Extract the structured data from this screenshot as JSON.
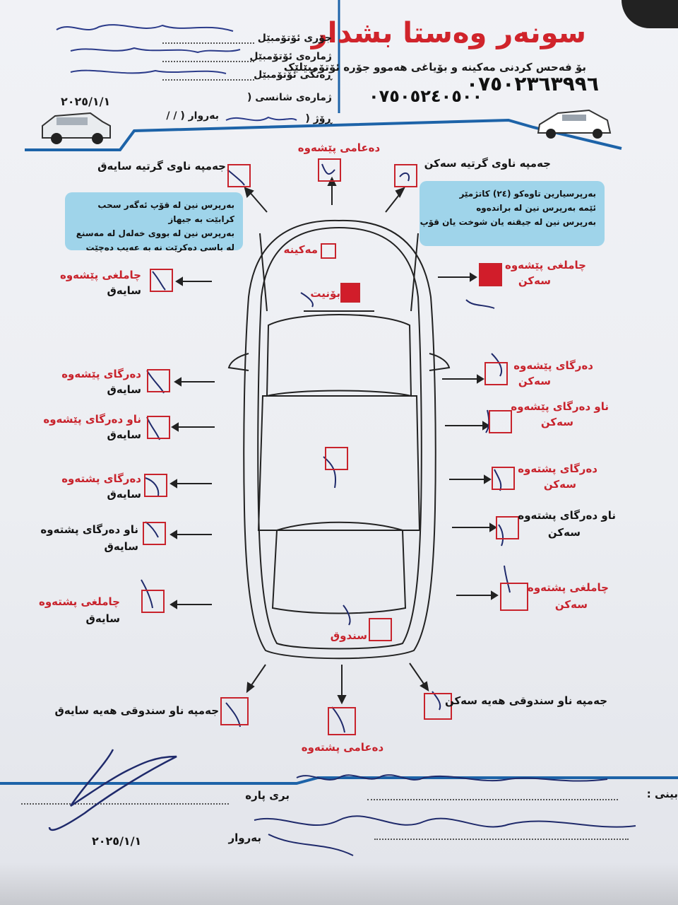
{
  "header": {
    "brand": "سونەر وەستا بشدار",
    "tagline": "بۆ فەحس کردنی مەکینە و بۆیاغی هەموو جۆرە ئۆتۆمبێلێک",
    "phone_primary": "٠٧٥٠٢٣٦٣٩٩٦",
    "phone_secondary": "٠٧٥٠٥٢٤٠٥٠٠",
    "fields": [
      {
        "label": "جۆری ئۆتۆمبێل",
        "value": "",
        "handwritten": "م‍ ..."
      },
      {
        "label": "ژمارەی ئۆتۆمبێل",
        "value": "",
        "handwritten": "٧.١١٥٤٦"
      },
      {
        "label": "ڕەنگی ئۆتۆمبێل",
        "value": ""
      },
      {
        "label": "ژمارەی شانسی (",
        "value": ""
      }
    ],
    "day_label": "ڕۆژ (",
    "date_label": "بەروار ( / /",
    "date_value": "٢٠٢٥/١/١"
  },
  "info_left": [
    "بەرپرس نین لە قۆپ ئەگەر سحب کرابێت بە جیهاز",
    "بەرپرس نین لە بووی خەلەل لە مەسنع لە باسی دەکرێت نە بە عەیب دەچێت"
  ],
  "info_right": [
    "بەرپرسیارین تاوەکو (٢٤) کاتژمێر",
    "ئێمە بەرپرس نین لە براندەوە",
    "بەرپرس نین لە جیقنە یان شوخت یان قۆپ"
  ],
  "parts": {
    "front_bumper": "دەعامی پێشەوە",
    "front_left_corner": "جەمپە ناوی گرتیە سایەق",
    "front_right_corner": "جەمپە ناوی گرتیە سەکن",
    "engine": "مەکینە",
    "bonnet": "بۆنیت",
    "front_fender_left": [
      "چاملغی پێشەوە",
      "سایەق"
    ],
    "front_fender_right": [
      "چاملغی پێشەوە",
      "سەکن"
    ],
    "front_door_left": [
      "دەرگای پێشەوە",
      "سایەق"
    ],
    "front_door_right": [
      "دەرگای پێشەوە",
      "سەکن"
    ],
    "front_door_inner_left": [
      "ناو دەرگای پێشەوە",
      "سایەق"
    ],
    "front_door_inner_right": [
      "ناو دەرگای پێشەوە",
      "سەکن"
    ],
    "rear_door_left": [
      "دەرگای پشتەوە",
      "سایەق"
    ],
    "rear_door_right": [
      "دەرگای پشتەوە",
      "سەکن"
    ],
    "rear_door_inner_left": [
      "ناو دەرگای پشتەوە",
      "سایەق"
    ],
    "rear_door_inner_right": [
      "ناو دەرگای پشتەوە",
      "سەکن"
    ],
    "rear_fender_left": [
      "چاملغی پشتەوە",
      "سایەق"
    ],
    "rear_fender_right": [
      "چاملغی پشتەوە",
      "سەکن"
    ],
    "trunk": "سندوق",
    "rear_corner_left": "جەمپە ناو سندوقی هەیە سایەق",
    "rear_corner_right": "جەمپە ناو سندوقی هەیە سەکن",
    "rear_bumper": "دەعامی پشتەوە"
  },
  "footer": {
    "price_label": "بری پارە",
    "date_label": "بەروار",
    "date_value": "٢٠٢٥/١/١",
    "witness_label": "بینی :"
  },
  "colors": {
    "brand_red": "#c8232c",
    "stamp_red": "#d11d2a",
    "accent_blue": "#1d63a8",
    "info_blue": "#9fd4ea"
  }
}
